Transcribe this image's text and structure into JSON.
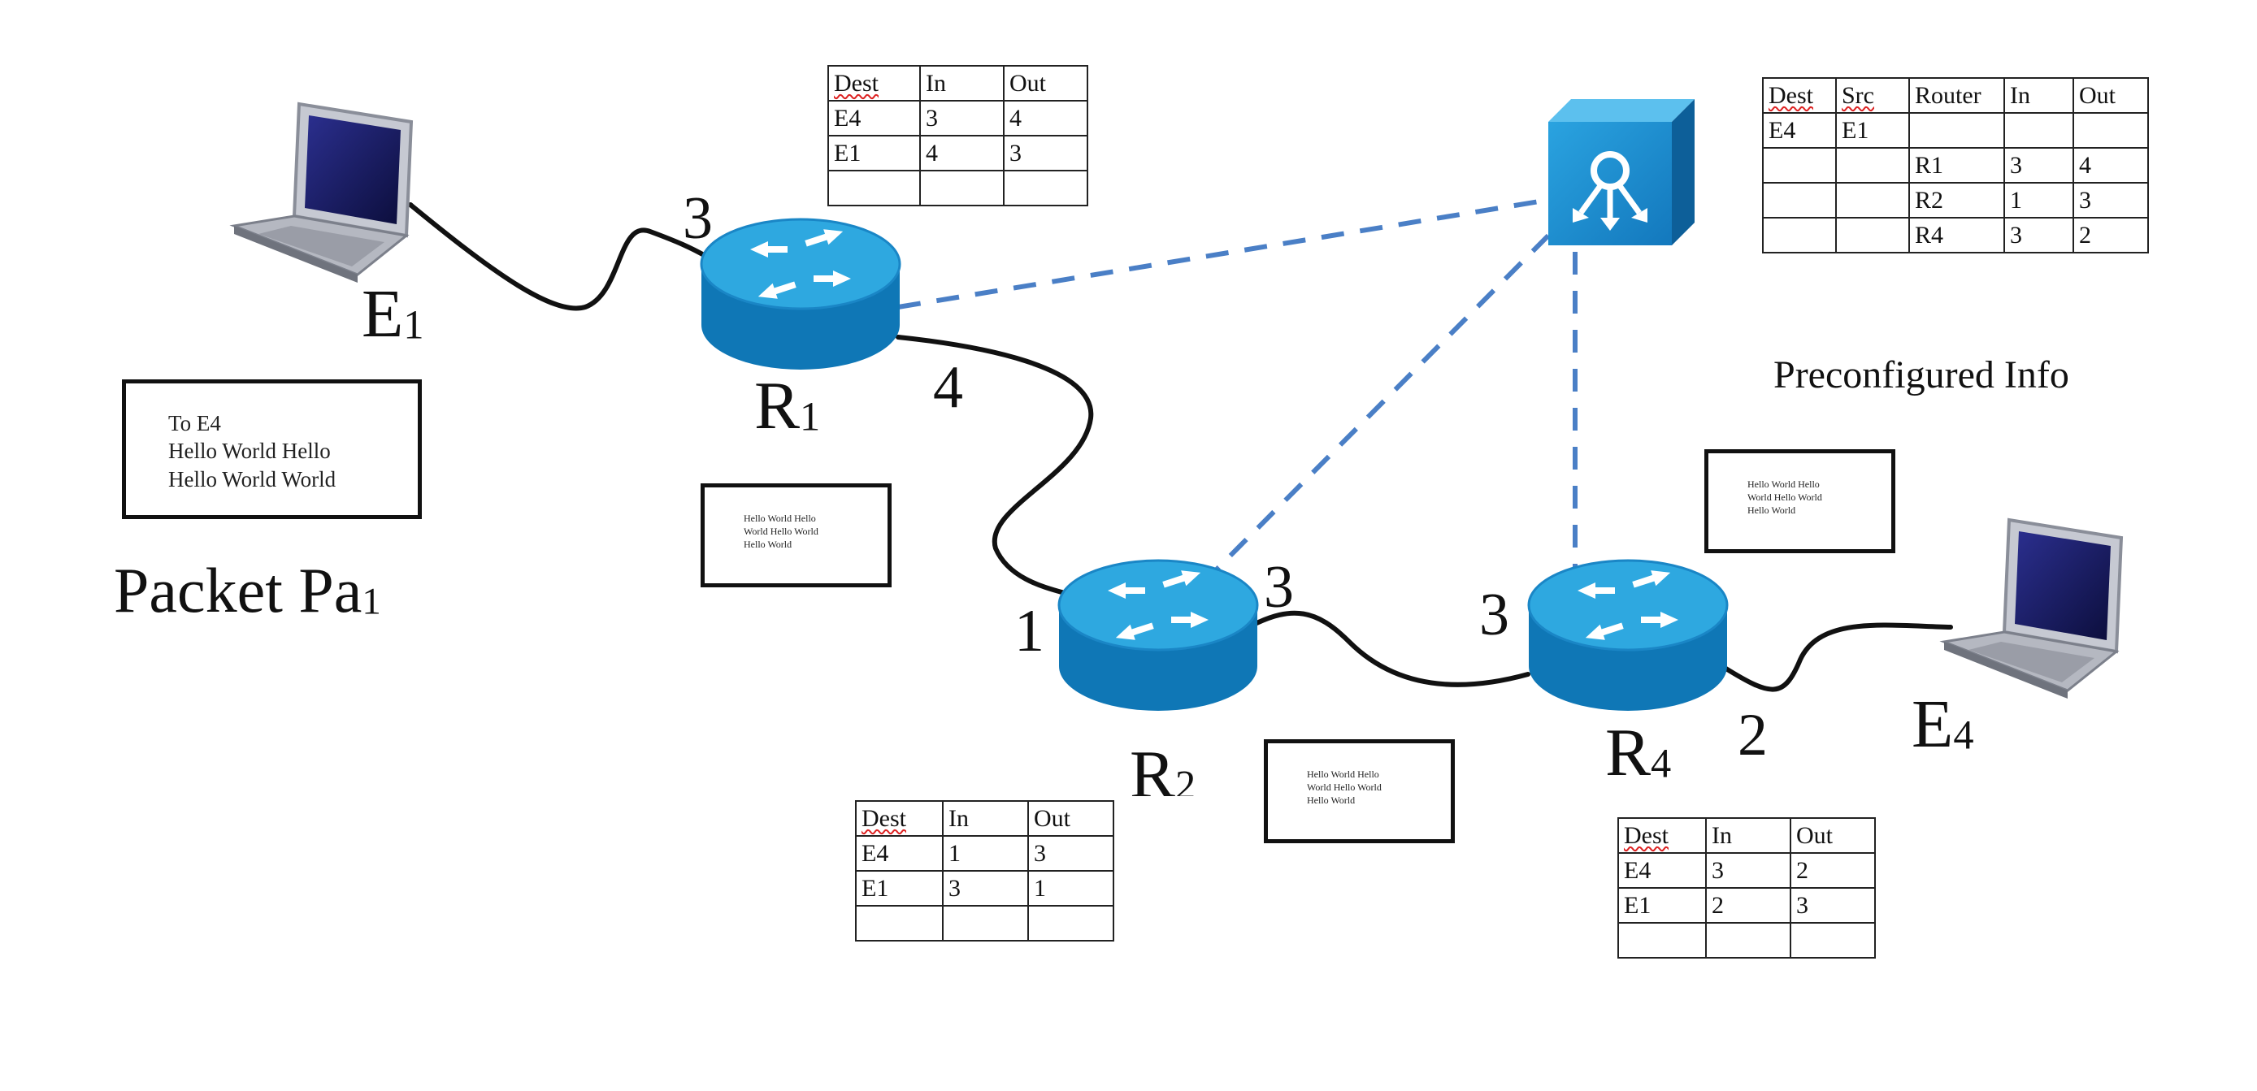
{
  "title_fragment": "",
  "endpoints": {
    "e1": {
      "label": "E",
      "sub": "1"
    },
    "e4": {
      "label": "E",
      "sub": "4"
    }
  },
  "routers": {
    "r1": {
      "label": "R",
      "sub": "1"
    },
    "r2": {
      "label": "R",
      "sub": "2"
    },
    "r4": {
      "label": "R",
      "sub": "4"
    }
  },
  "ports": {
    "r1_left": "3",
    "r1_right": "4",
    "r2_left": "1",
    "r2_right": "3",
    "r4_left": "3",
    "r4_right": "2"
  },
  "packet": {
    "label": "Packet Pa",
    "sub": "1",
    "lines": [
      "To E4",
      "Hello  World  Hello",
      "Hello  World World"
    ]
  },
  "mini_packet_lines": [
    "Hello World  Hello",
    "World  Hello World",
    "Hello World"
  ],
  "preconfigured_label": "Preconfigured Info",
  "tables": {
    "r1": {
      "headers": [
        "Dest",
        "In",
        "Out"
      ],
      "rows": [
        [
          "E4",
          "3",
          "4"
        ],
        [
          "E1",
          "4",
          "3"
        ],
        [
          "",
          "",
          ""
        ]
      ]
    },
    "r2": {
      "headers": [
        "Dest",
        "In",
        "Out"
      ],
      "rows": [
        [
          "E4",
          "1",
          "3"
        ],
        [
          "E1",
          "3",
          "1"
        ],
        [
          "",
          "",
          ""
        ]
      ]
    },
    "r4": {
      "headers": [
        "Dest",
        "In",
        "Out"
      ],
      "rows": [
        [
          "E4",
          "3",
          "2"
        ],
        [
          "E1",
          "2",
          "3"
        ],
        [
          "",
          "",
          ""
        ]
      ]
    },
    "controller": {
      "headers": [
        "Dest",
        "Src",
        "Router",
        "In",
        "Out"
      ],
      "rows": [
        [
          "E4",
          "E1",
          "",
          "",
          ""
        ],
        [
          "",
          "",
          "R1",
          "3",
          "4"
        ],
        [
          "",
          "",
          "R2",
          "1",
          "3"
        ],
        [
          "",
          "",
          "R4",
          "3",
          "2"
        ]
      ]
    }
  },
  "colors": {
    "router_top": "#2ea8e0",
    "router_side": "#0f77b6",
    "controller": "#1e8fd0",
    "control_link": "#4a7fc6",
    "data_link": "#111111"
  },
  "icons": {
    "laptop": "laptop-icon",
    "router": "router-icon",
    "controller": "sdn-controller-icon"
  }
}
